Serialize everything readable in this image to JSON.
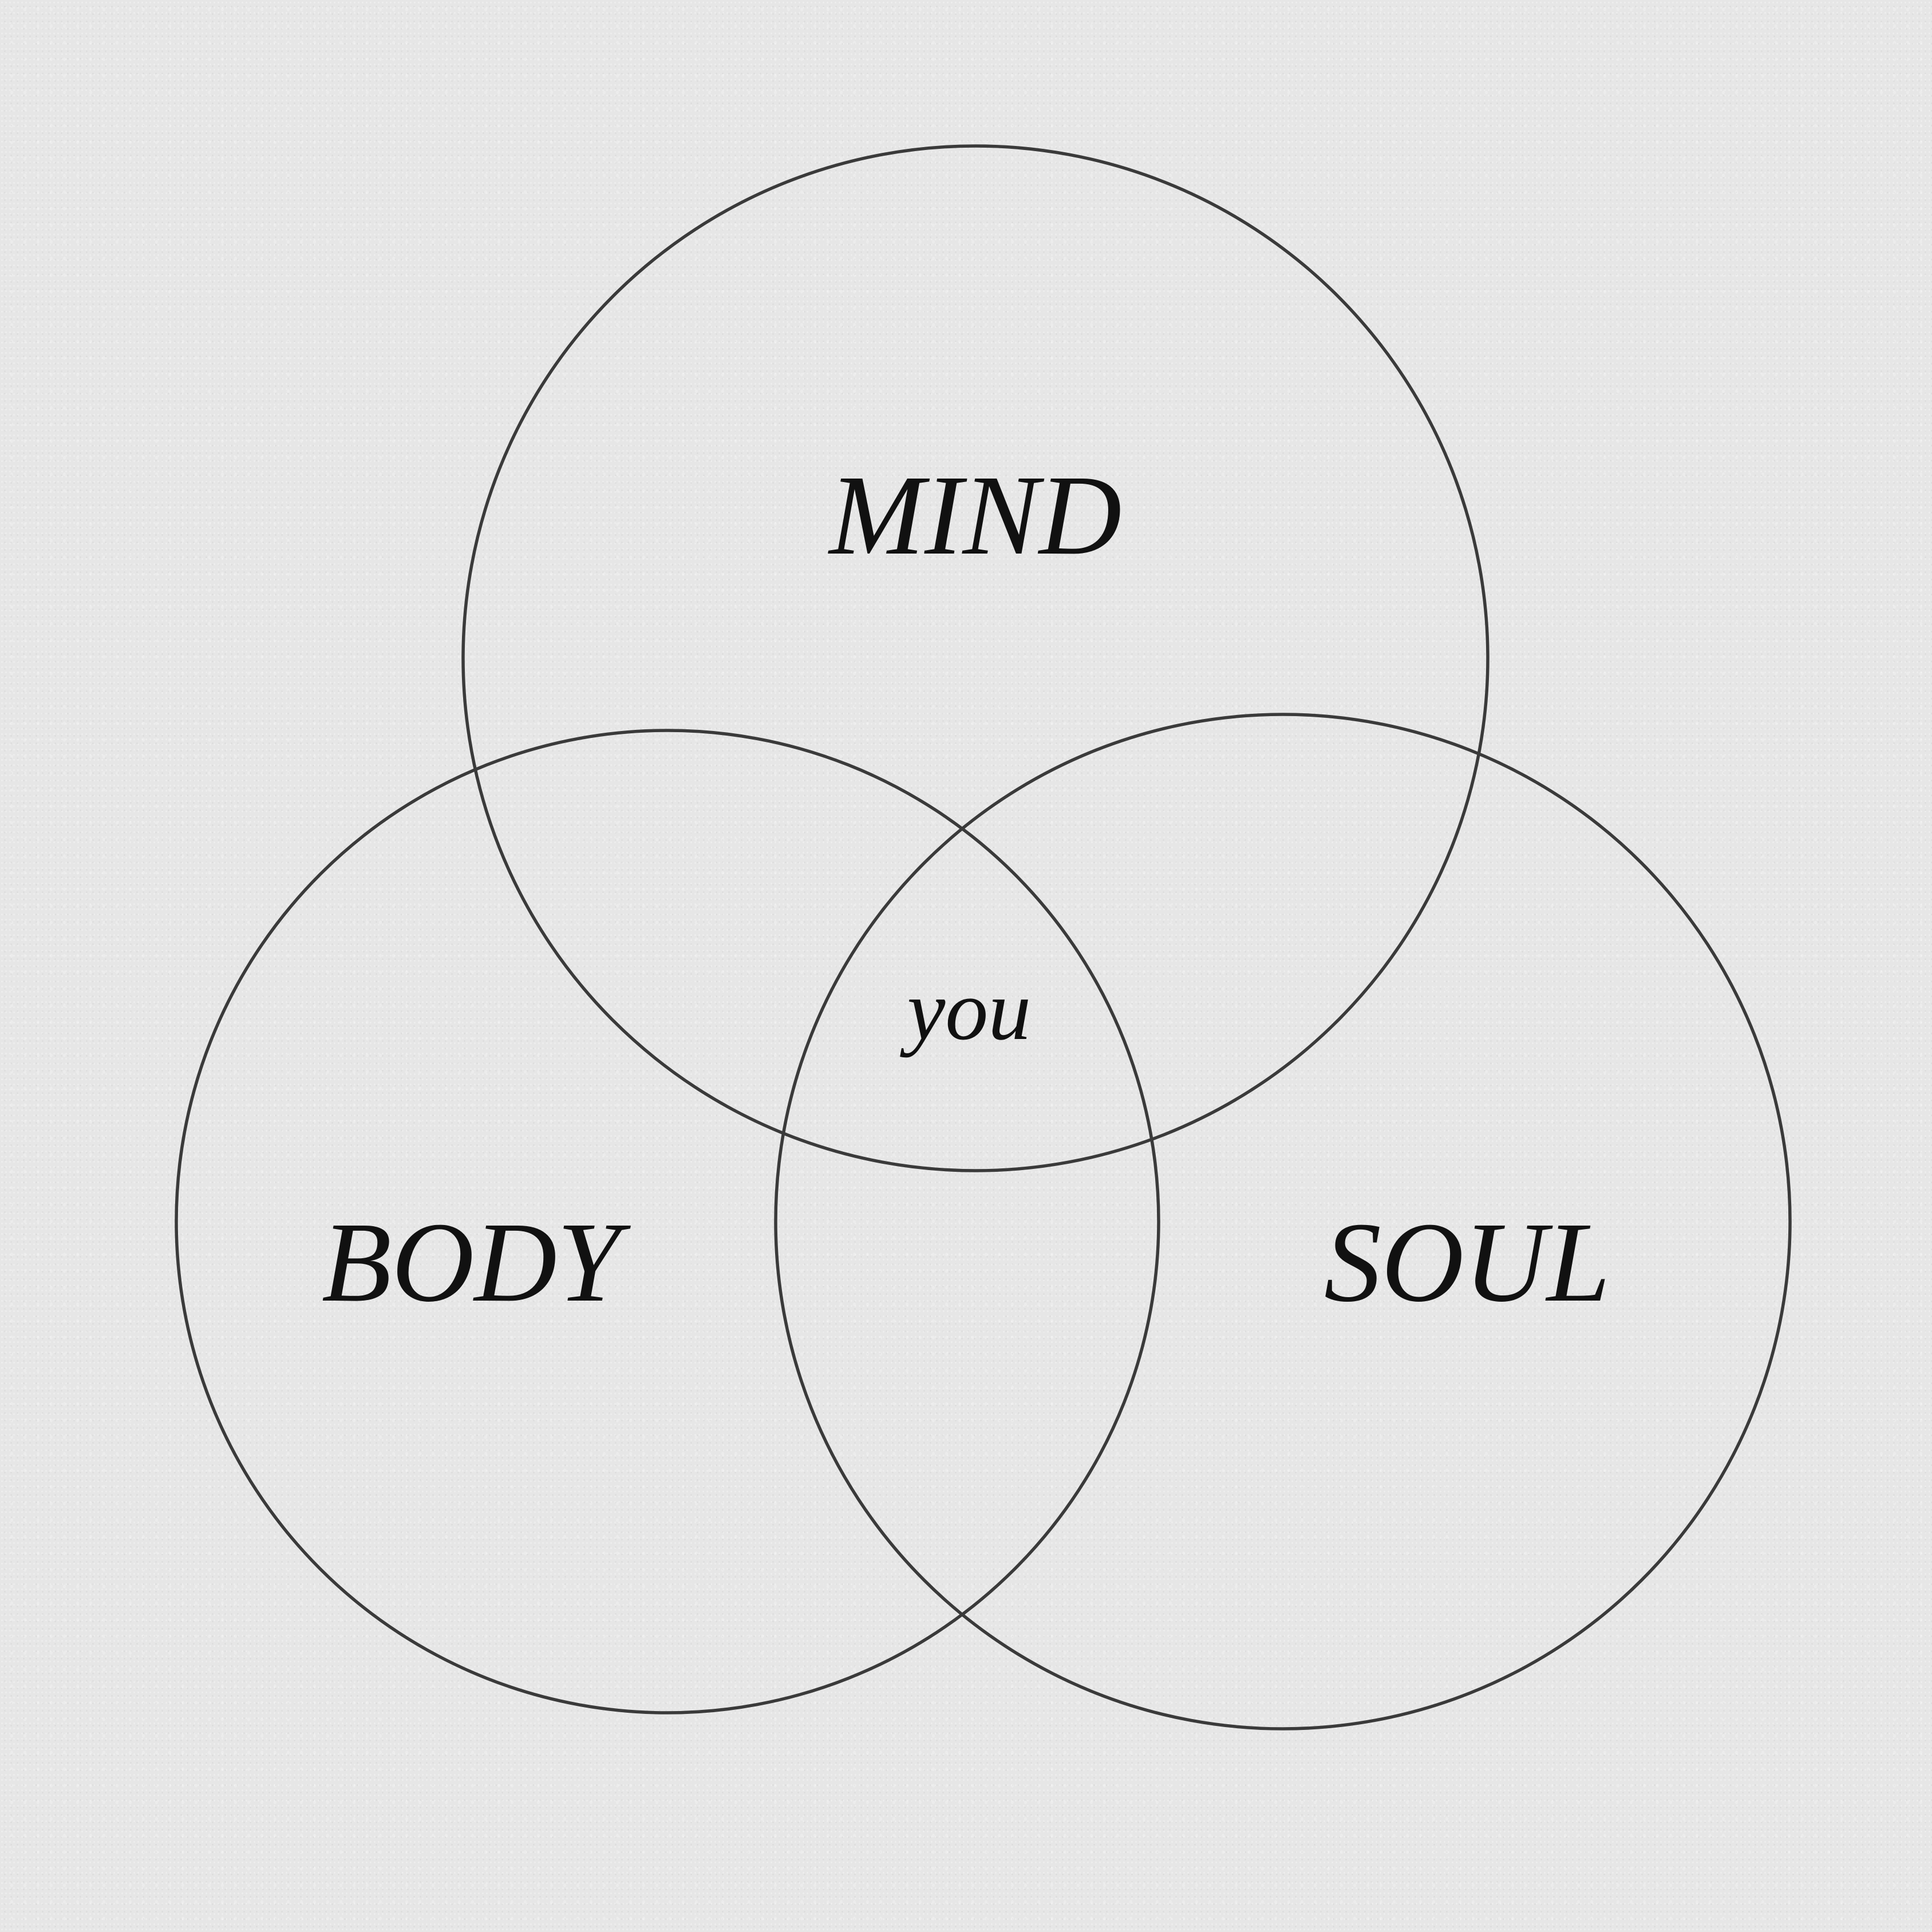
{
  "colors": {
    "background": "#e6e6e6",
    "stroke": "#3a3a3a",
    "text": "#111111"
  },
  "diagram": {
    "type": "venn",
    "circles": [
      "MIND",
      "BODY",
      "SOUL"
    ],
    "center_label": "you"
  }
}
